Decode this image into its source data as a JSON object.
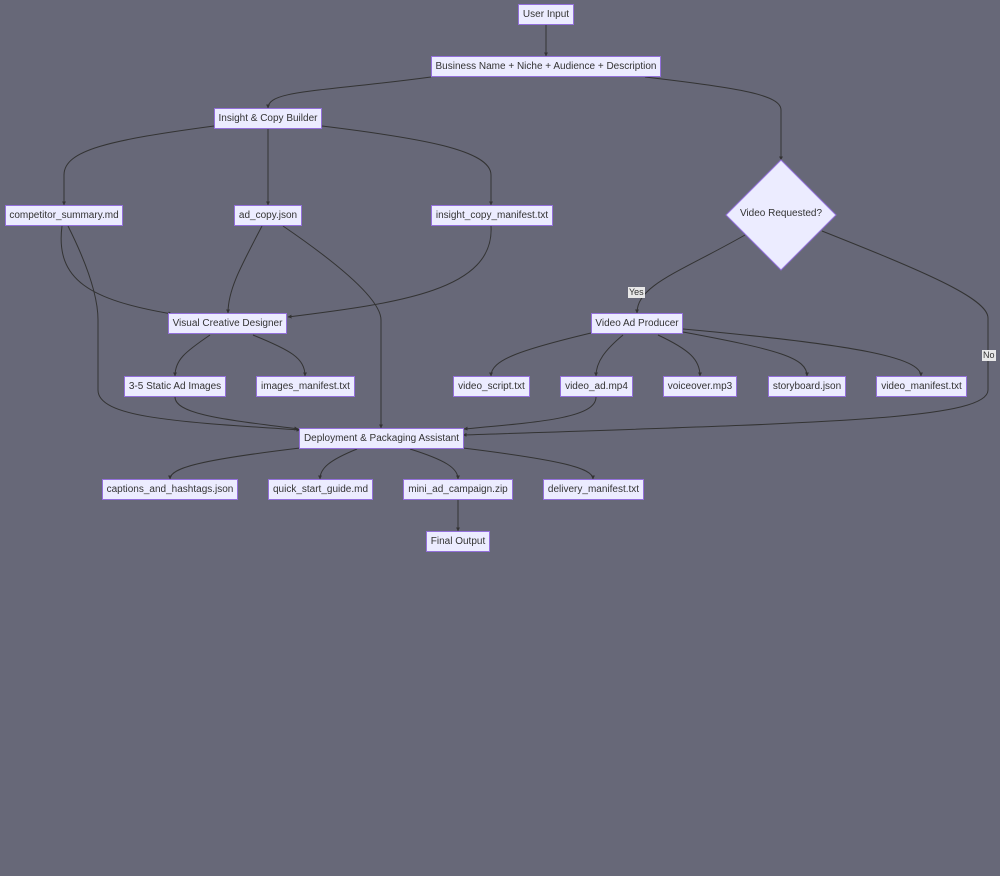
{
  "nodes": {
    "user_input": "User Input",
    "business": "Business Name + Niche + Audience + Description",
    "insight": "Insight & Copy Builder",
    "competitor": "competitor_summary.md",
    "ad_copy": "ad_copy.json",
    "insight_manifest": "insight_copy_manifest.txt",
    "video_requested": "Video Requested?",
    "visual_designer": "Visual Creative Designer",
    "video_producer": "Video Ad Producer",
    "static_images": "3-5 Static Ad Images",
    "images_manifest": "images_manifest.txt",
    "video_script": "video_script.txt",
    "video_ad": "video_ad.mp4",
    "voiceover": "voiceover.mp3",
    "storyboard": "storyboard.json",
    "video_manifest": "video_manifest.txt",
    "deployment": "Deployment & Packaging Assistant",
    "captions": "captions_and_hashtags.json",
    "quick_start": "quick_start_guide.md",
    "mini_campaign": "mini_ad_campaign.zip",
    "delivery_manifest": "delivery_manifest.txt",
    "final_output": "Final Output"
  },
  "edge_labels": {
    "yes": "Yes",
    "no": "No"
  },
  "colors": {
    "background": "#676878",
    "node_fill": "#ECECFF",
    "node_border": "#9370DB",
    "edge": "#333333",
    "label_bg": "#E8E8E8"
  }
}
